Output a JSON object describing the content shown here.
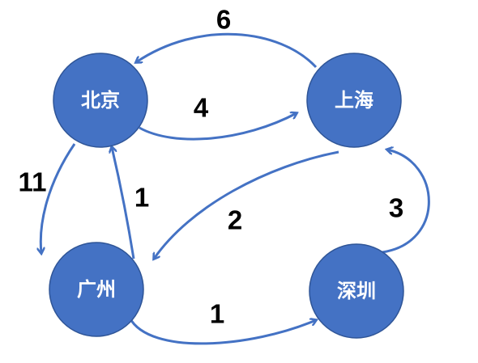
{
  "colors": {
    "node_fill": "#4472C4",
    "node_stroke": "#2F5597",
    "edge": "#4472C4",
    "label": "#000000"
  },
  "nodes": [
    {
      "id": "beijing",
      "label": "北京"
    },
    {
      "id": "shanghai",
      "label": "上海"
    },
    {
      "id": "guangzhou",
      "label": "广州"
    },
    {
      "id": "shenzhen",
      "label": "深圳"
    }
  ],
  "edges": [
    {
      "id": "shanghai-beijing",
      "from": "上海",
      "to": "北京",
      "weight": "6"
    },
    {
      "id": "beijing-shanghai",
      "from": "北京",
      "to": "上海",
      "weight": "4"
    },
    {
      "id": "beijing-guangzhou",
      "from": "北京",
      "to": "广州",
      "weight": "11"
    },
    {
      "id": "guangzhou-beijing",
      "from": "广州",
      "to": "北京",
      "weight": "1"
    },
    {
      "id": "shanghai-guangzhou",
      "from": "上海",
      "to": "广州",
      "weight": "2"
    },
    {
      "id": "shenzhen-shanghai",
      "from": "深圳",
      "to": "上海",
      "weight": "3"
    },
    {
      "id": "guangzhou-shenzhen",
      "from": "广州",
      "to": "深圳",
      "weight": "1"
    }
  ]
}
